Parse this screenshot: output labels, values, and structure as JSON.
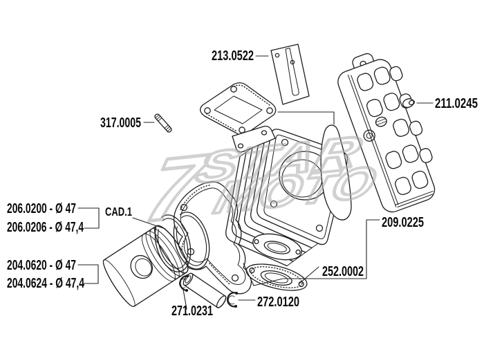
{
  "diagram_title": "cylinder-kit-exploded-parts-diagram",
  "colors": {
    "background": "#ffffff",
    "line": "#1c1c1c",
    "watermark": "#adadad"
  },
  "watermark": {
    "glyph": "7",
    "word1": "STAR",
    "word2": "MOTO"
  },
  "parts": {
    "reed_petal": {
      "label": "213.0522"
    },
    "cylinder_head": {
      "label": "211.0245"
    },
    "stud": {
      "label": "317.0005"
    },
    "rings_d47": {
      "label": "206.0200 - Ø 47"
    },
    "rings_d474": {
      "label": "206.0206 - Ø 47,4"
    },
    "cad_note": {
      "label": "CAD.1"
    },
    "piston_d47": {
      "label": "204.0620 - Ø 47"
    },
    "piston_d474": {
      "label": "204.0624 - Ø 47,4"
    },
    "piston_pin": {
      "label": "271.0231"
    },
    "circlip": {
      "label": "272.0120"
    },
    "exhaust_gasket": {
      "label": "252.0002"
    },
    "gasket_set": {
      "label": "209.0225"
    }
  }
}
